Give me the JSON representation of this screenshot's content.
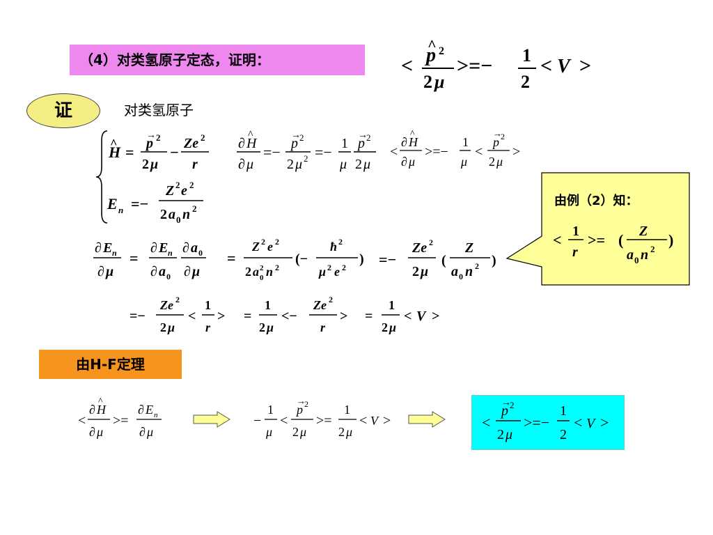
{
  "header": {
    "problem_text": "（4）对类氢原子定态，证明："
  },
  "proof": {
    "label": "证",
    "intro": "对类氢原子"
  },
  "note": {
    "text": "由例（2）知："
  },
  "hf": {
    "label": "由H-F定理"
  },
  "colors": {
    "title_box": "#ee88ee",
    "proof_oval": "#f4ee84",
    "callout": "#ffff99",
    "orange_box": "#f7941d",
    "result_box": "#00ffff",
    "arrow": "#ffff99"
  }
}
